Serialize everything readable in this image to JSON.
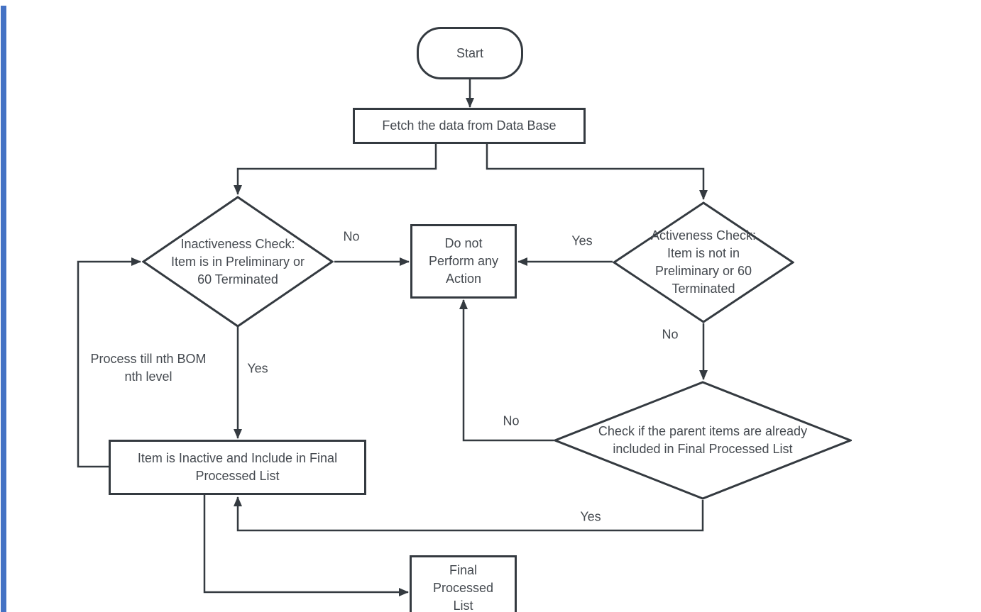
{
  "canvas": {
    "background": "#ffffff",
    "stroke_color": "#343a40",
    "text_color": "#44494f",
    "accent_bar_color": "#4472c4"
  },
  "nodes": {
    "start": {
      "label": "Start"
    },
    "fetch": {
      "label": "Fetch the data from Data Base"
    },
    "inactiveness": {
      "label": "Inactiveness Check:\nItem is in Preliminary or\n60 Terminated"
    },
    "activeness": {
      "label": "Activeness Check:\nItem is not in\nPreliminary or 60\nTerminated"
    },
    "do_not": {
      "label": "Do not\nPerform any\nAction"
    },
    "parent_check": {
      "label": "Check if the parent items are already\nincluded in Final Processed List"
    },
    "include": {
      "label": "Item is Inactive and Include in Final\nProcessed List"
    },
    "final": {
      "label": "Final\nProcessed\nList"
    }
  },
  "edge_labels": {
    "no_inactive": "No",
    "yes_active": "Yes",
    "yes_inactive": "Yes",
    "process_note": "Process till nth BOM\nnth level",
    "no_active": "No",
    "no_parent": "No",
    "yes_parent": "Yes"
  }
}
